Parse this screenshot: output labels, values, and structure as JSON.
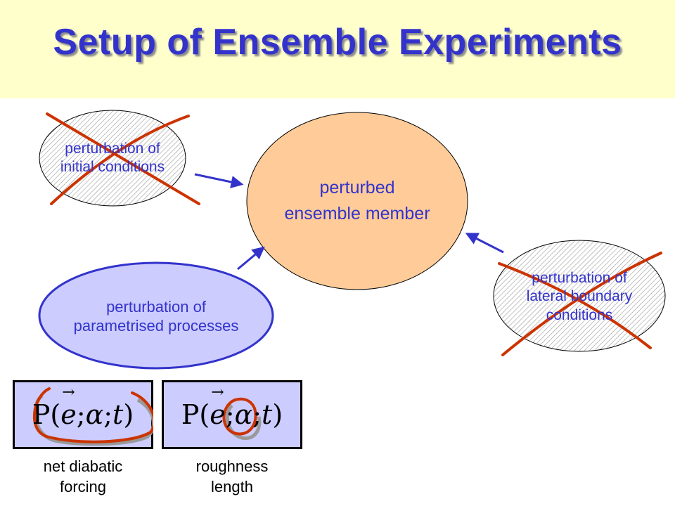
{
  "title": "Setup of Ensemble Experiments",
  "nodes": {
    "initial": {
      "line1": "perturbation of",
      "line2": "initial conditions"
    },
    "member": {
      "line1": "perturbed",
      "line2": "ensemble member"
    },
    "parametrised": {
      "line1": "perturbation of",
      "line2": "parametrised processes"
    },
    "lateral": {
      "line1": "perturbation of",
      "line2": "lateral boundary",
      "line3": "conditions"
    }
  },
  "formulas": {
    "left": {
      "head": "P(",
      "vec": "e",
      "sep1": ";",
      "alpha": "α",
      "sep2": ";",
      "t": "t",
      "close": ")"
    },
    "right": {
      "head": "P(",
      "vec": "e",
      "sep1": ";",
      "alpha": "α",
      "sep2": ";",
      "t": "t",
      "close": ")"
    }
  },
  "captions": {
    "left": {
      "line1": "net diabatic",
      "line2": "forcing"
    },
    "right": {
      "line1": "roughness",
      "line2": "length"
    }
  },
  "colors": {
    "title": "#3333cc",
    "header_bg": "#ffffcc",
    "member_fill": "#ffcc99",
    "parametrised_fill": "#ccccff",
    "text": "#3333cc",
    "cross": "#cc3300",
    "arrow": "#3333cc"
  }
}
